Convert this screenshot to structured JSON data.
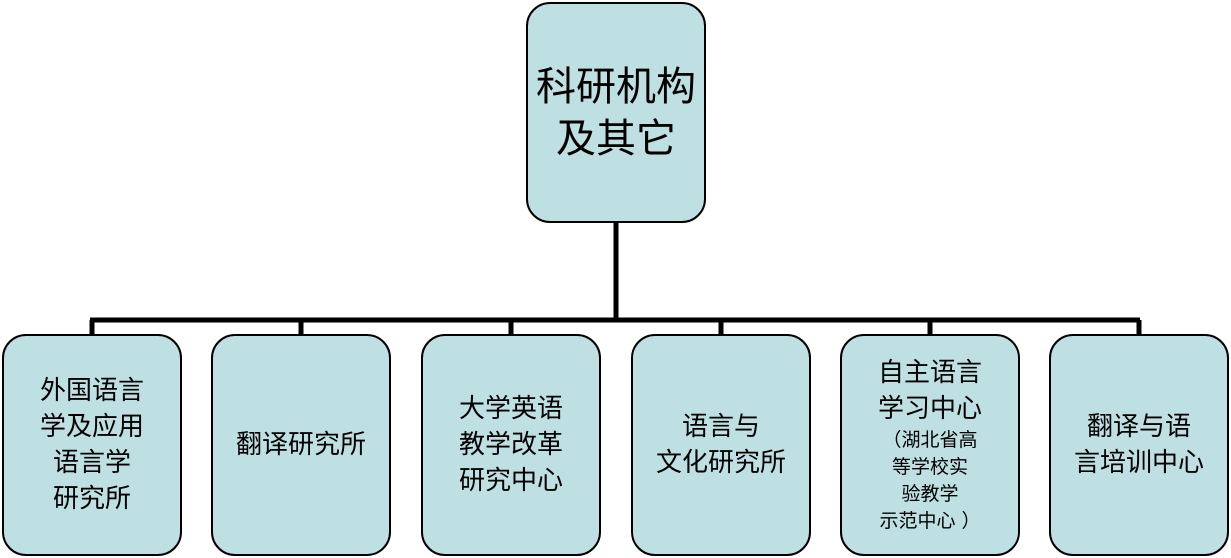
{
  "colors": {
    "node_fill": "#bfe0e3",
    "line": "#000000"
  },
  "root": {
    "lines": [
      "科研机构",
      "及其它"
    ]
  },
  "children": [
    {
      "lines": [
        "外国语言",
        "学及应用",
        "语言学",
        "研究所"
      ],
      "small_lines": []
    },
    {
      "lines": [
        "翻译研究所"
      ],
      "small_lines": []
    },
    {
      "lines": [
        "大学英语",
        "教学改革",
        "研究中心"
      ],
      "small_lines": []
    },
    {
      "lines": [
        "语言与",
        "文化研究所"
      ],
      "small_lines": []
    },
    {
      "lines": [
        "自主语言",
        "学习中心"
      ],
      "small_lines": [
        "（湖北省高",
        "等学校实",
        "验教学",
        "示范中心 ）"
      ]
    },
    {
      "lines": [
        "翻译与语",
        "言培训中心"
      ],
      "small_lines": []
    }
  ]
}
